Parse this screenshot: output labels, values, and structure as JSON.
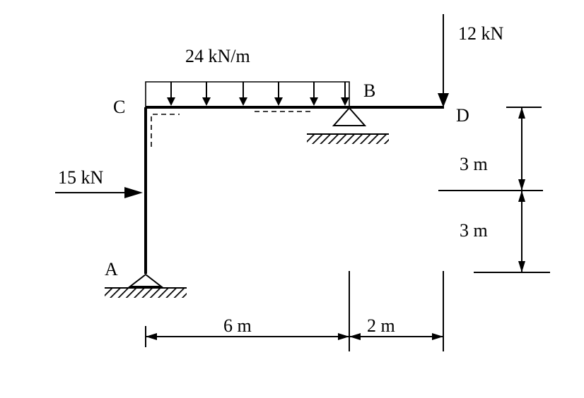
{
  "labels": {
    "point_a": "A",
    "point_b": "B",
    "point_c": "C",
    "point_d": "D"
  },
  "loads": {
    "distributed": "24 kN/m",
    "point_top": "12 kN",
    "horizontal": "15 kN"
  },
  "dimensions": {
    "span_cb": "6 m",
    "span_bd": "2 m",
    "height_upper": "3 m",
    "height_lower": "3 m"
  }
}
